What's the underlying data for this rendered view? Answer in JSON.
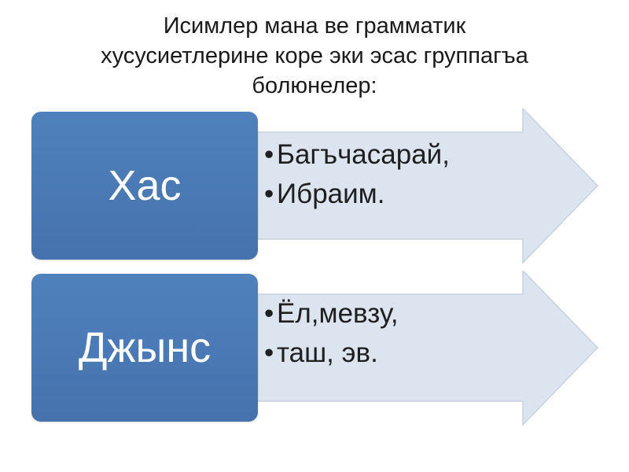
{
  "title": "Исимлер мана ве грамматик\nхусусиетлерине коре эки эсас группагъа\nболюнелер:",
  "groups": [
    {
      "label": "Хас",
      "items": [
        "Багъчасарай,",
        "Ибраим."
      ]
    },
    {
      "label": "Джынс",
      "items": [
        "Ёл,мевзу,",
        "таш, эв."
      ]
    }
  ],
  "colors": {
    "box": "#4f81bd",
    "arrow_fill": "#dce4ef",
    "arrow_stroke": "#c7d2e2"
  }
}
